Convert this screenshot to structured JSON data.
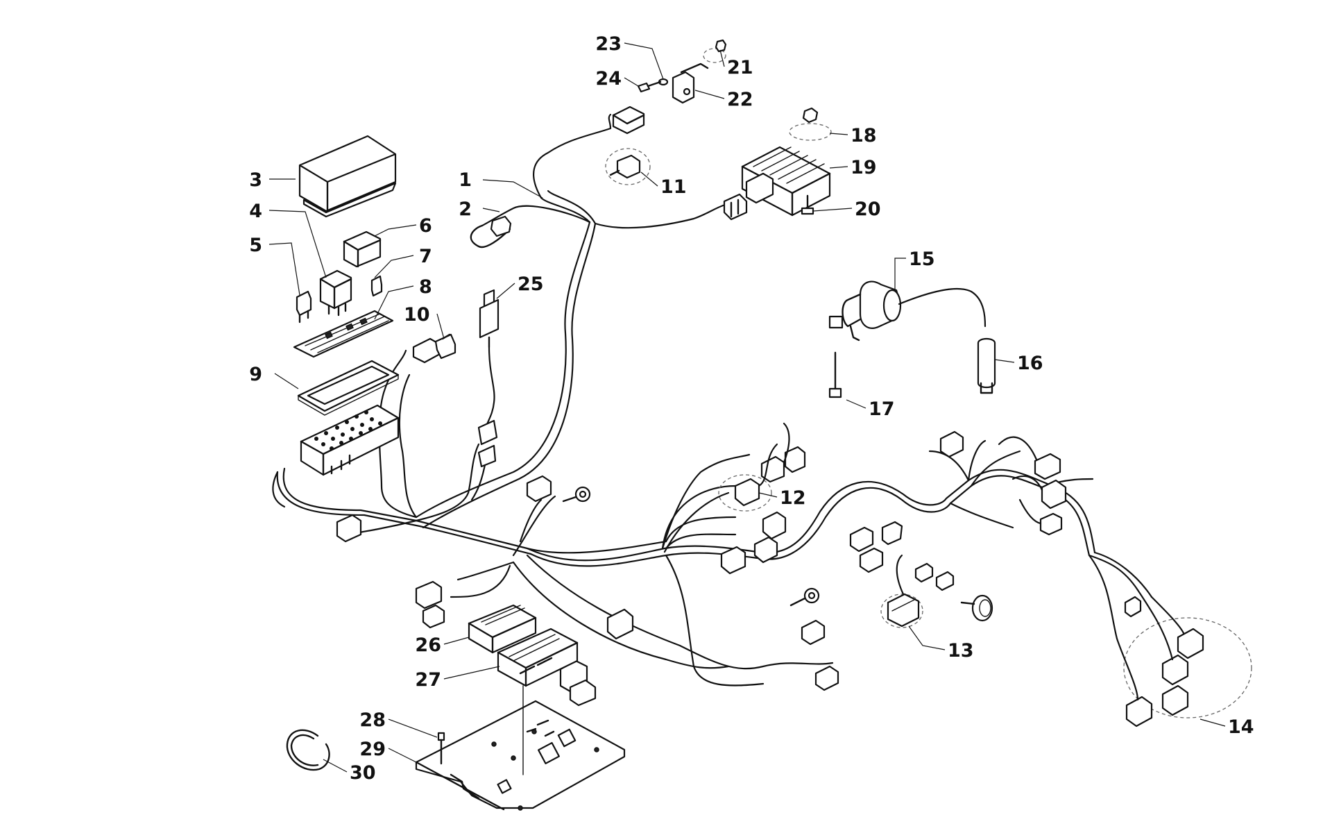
{
  "diagram": {
    "callouts": [
      {
        "id": "1",
        "label": "1"
      },
      {
        "id": "2",
        "label": "2"
      },
      {
        "id": "3",
        "label": "3"
      },
      {
        "id": "4",
        "label": "4"
      },
      {
        "id": "5",
        "label": "5"
      },
      {
        "id": "6",
        "label": "6"
      },
      {
        "id": "7",
        "label": "7"
      },
      {
        "id": "8",
        "label": "8"
      },
      {
        "id": "9",
        "label": "9"
      },
      {
        "id": "10",
        "label": "10"
      },
      {
        "id": "11",
        "label": "11"
      },
      {
        "id": "12",
        "label": "12"
      },
      {
        "id": "13",
        "label": "13"
      },
      {
        "id": "14",
        "label": "14"
      },
      {
        "id": "15",
        "label": "15"
      },
      {
        "id": "16",
        "label": "16"
      },
      {
        "id": "17",
        "label": "17"
      },
      {
        "id": "18",
        "label": "18"
      },
      {
        "id": "19",
        "label": "19"
      },
      {
        "id": "20",
        "label": "20"
      },
      {
        "id": "21",
        "label": "21"
      },
      {
        "id": "22",
        "label": "22"
      },
      {
        "id": "23",
        "label": "23"
      },
      {
        "id": "24",
        "label": "24"
      },
      {
        "id": "25",
        "label": "25"
      },
      {
        "id": "26",
        "label": "26"
      },
      {
        "id": "27",
        "label": "27"
      },
      {
        "id": "28",
        "label": "28"
      },
      {
        "id": "29",
        "label": "29"
      },
      {
        "id": "30",
        "label": "30"
      }
    ]
  }
}
